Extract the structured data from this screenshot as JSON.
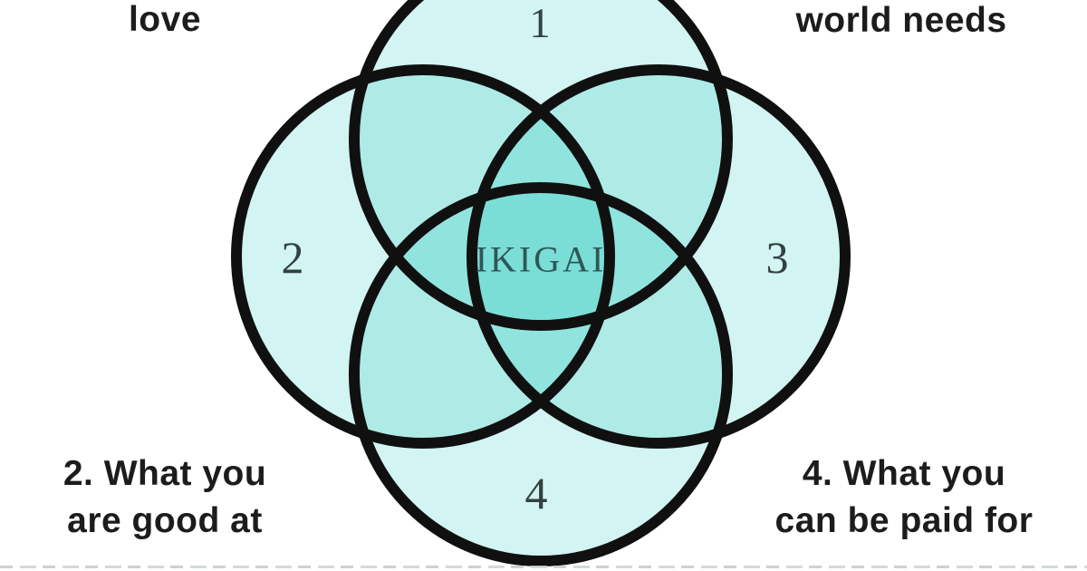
{
  "diagram": {
    "type": "venn-4-circle",
    "center_label": "IKIGAI",
    "circles": [
      {
        "position": "top",
        "number": "1"
      },
      {
        "position": "left",
        "number": "2"
      },
      {
        "position": "right",
        "number": "3"
      },
      {
        "position": "bottom",
        "number": "4"
      }
    ],
    "corner_labels": {
      "top_left": {
        "line1": "love"
      },
      "top_right": {
        "line1": "world needs"
      },
      "bottom_left": {
        "line1": "2. What you",
        "line2": "are good at"
      },
      "bottom_right": {
        "line1": "4. What you",
        "line2": "can be paid for"
      }
    }
  },
  "colors": {
    "background": "#ffffff",
    "circle_fill": "rgba(30,200,188,0.20)",
    "circle_outline": "#101010",
    "center_label_color": "#2f5658",
    "number_color": "#32413f",
    "corner_label_color": "#1c1c1c",
    "region_single": "#e3f7f3",
    "region_double": "#c8f0ea",
    "region_triple": "#98e3dc",
    "region_center": "#6edbd2"
  }
}
